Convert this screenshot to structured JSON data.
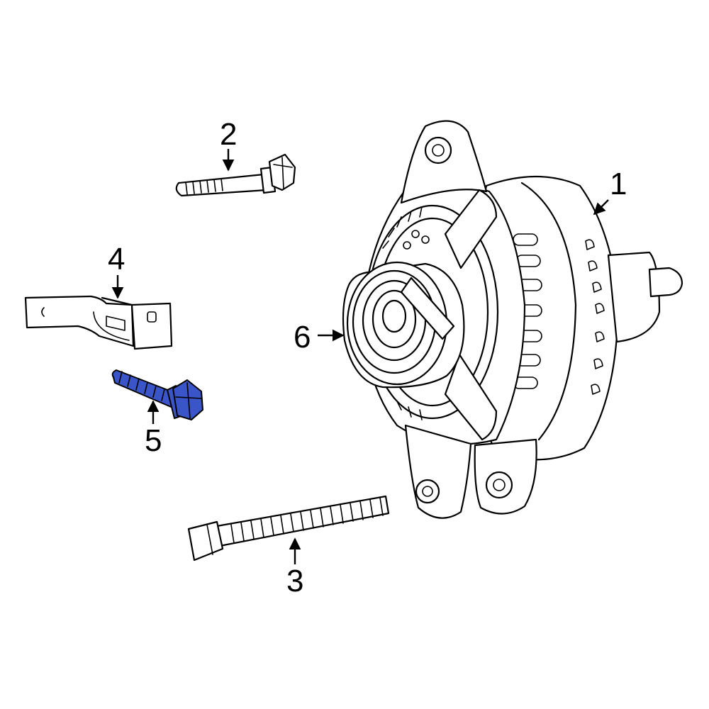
{
  "callouts": [
    {
      "id": "1",
      "label": "1"
    },
    {
      "id": "2",
      "label": "2"
    },
    {
      "id": "3",
      "label": "3"
    },
    {
      "id": "4",
      "label": "4"
    },
    {
      "id": "5",
      "label": "5"
    },
    {
      "id": "6",
      "label": "6"
    }
  ],
  "highlight_color": "#3a55c8",
  "line_color": "#000000",
  "background_color": "#ffffff"
}
